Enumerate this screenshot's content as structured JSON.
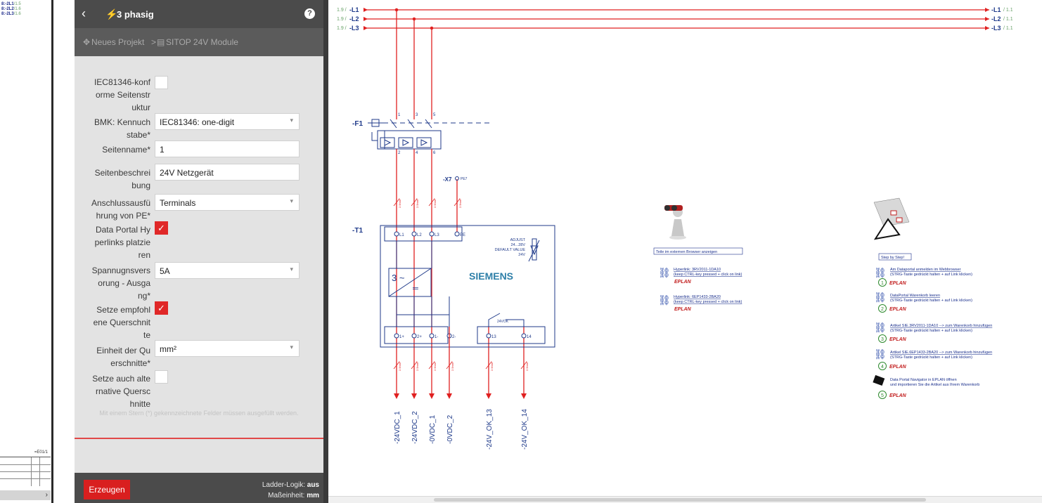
{
  "colors": {
    "accent": "#e02828",
    "header": "#4b4b4b",
    "wire": "#e02020",
    "symbol": "#1f3a8a",
    "link": "#1a2f8c"
  },
  "left_sheet": {
    "labels": [
      {
        "name": "8:-2L1",
        "ref": "/1.5"
      },
      {
        "name": "8:-2L2",
        "ref": "/1.6"
      },
      {
        "name": "8:-2L3",
        "ref": "/1.6"
      }
    ],
    "ref": "=E01/1"
  },
  "panel": {
    "back_icon": "chevron-left-icon",
    "title": "3 phasig",
    "breadcrumb": {
      "project": "Neues Projekt",
      "sep": ">",
      "module": "SITOP 24V Module"
    },
    "fields": {
      "iec_struct": {
        "label": [
          "IEC81346-konf",
          "orme Seitenstr",
          "uktur"
        ],
        "checked": false
      },
      "bmk": {
        "label": [
          "BMK: Kennuch",
          "stabe*"
        ],
        "value": "IEC81346: one-digit"
      },
      "page_name": {
        "label": [
          "Seitenname*"
        ],
        "value": "1"
      },
      "page_desc": {
        "label": [
          "Seitenbeschrei",
          "bung"
        ],
        "value": "24V Netzgerät"
      },
      "pe_conn": {
        "label": [
          "Anschlussausfü",
          "hrung von PE*"
        ],
        "value": "Terminals"
      },
      "data_portal": {
        "label": [
          "Data Portal Hy",
          "perlinks platzie",
          "ren"
        ],
        "checked": true
      },
      "voltage_out": {
        "label": [
          "Spannugnsvers",
          "orung - Ausga",
          "ng*"
        ],
        "value": "5A"
      },
      "cross_section": {
        "label": [
          "Setze empfohl",
          "ene Querschnit",
          "te"
        ],
        "checked": true
      },
      "unit": {
        "label": [
          "Einheit der Qu",
          "erschnitte*"
        ],
        "value": "mm²"
      },
      "alt_cross": {
        "label": [
          "Setze auch alte",
          "rnative Quersc",
          "hnitte"
        ],
        "checked": false
      }
    },
    "required_note": "Mit einem Stern (*) gekennzeichnete Felder müssen ausgefüllt werden.",
    "generate_label": "Erzeugen",
    "ladder_label": "Ladder-Logik:",
    "ladder_value": "aus",
    "unit_label": "Maßeinheit:",
    "unit_value": "mm"
  },
  "schematic": {
    "phases": [
      {
        "pre": "1.9 /",
        "name": "-L1",
        "ref": "/ 1.1"
      },
      {
        "pre": "1.9 /",
        "name": "-L2",
        "ref": "/ 1.1"
      },
      {
        "pre": "1.9 /",
        "name": "-L3",
        "ref": "/ 1.1"
      }
    ],
    "breaker": {
      "tag": "-F1",
      "top_pins": [
        "1",
        "3",
        "5"
      ],
      "bottom_pins": [
        "2",
        "4",
        "6"
      ]
    },
    "terminal_tag": "-X7",
    "terminal_pin": "PE7",
    "psu": {
      "tag": "-T1",
      "inputs": [
        "L1",
        "L2",
        "L3",
        "PE"
      ],
      "adjust_lines": [
        "ADJUST",
        "24...28V",
        "DEFAULT VALUE",
        "24V"
      ],
      "brand": "SIEMENS",
      "outputs": [
        "1+",
        "2+",
        "1-",
        "2-"
      ],
      "relay_pins": [
        "13",
        "14"
      ],
      "relay_label": "24VOK"
    },
    "wire_mark": "2.5mm²",
    "outputs": [
      "-24VDC_1",
      "-24VDC_2",
      "-0VDC_1",
      "-0VDC_2",
      "-24V_OK_13",
      "-24V_OK_14"
    ],
    "help_left": {
      "title": "Teile im externen Browser anzeigen",
      "links": [
        {
          "line1": "Hyperlink: 3RV2011-1DA10",
          "line2": "(keep CTRL-key pressed + click on link)"
        },
        {
          "line1": "Hyperlink: 6EP1433-2BA20",
          "line2": "(keep CTRL-key pressed + click on link)"
        }
      ],
      "badge": "EPLAN"
    },
    "help_right": {
      "title": "Step by Step!",
      "steps": [
        {
          "num": "1",
          "line1": "Am Dataportal anmelden im Webbrowser",
          "line2": "(STRG-Taste gedrückt halten + auf Link klicken)"
        },
        {
          "num": "2",
          "line1": "DataPortal Warenkorb leeren",
          "line2": "(STRG-Taste gedrückt halten + auf Link klicken)"
        },
        {
          "num": "3",
          "line1": "Artikel SIE.3RV2011-1DA10 --> zum Warenkorb hinzufügen",
          "line2": "(STRG-Taste gedrückt halten + auf Link klicken)"
        },
        {
          "num": "4",
          "line1": "Artikel SIE.6EP1433-2BA20 --> zum Warenkorb hinzufügen",
          "line2": "(STRG-Taste gedrückt halten + auf Link klicken)"
        },
        {
          "num": "5",
          "line1": "Data Portal Navigator in EPLAN öffnen",
          "line2": "und importieren Sie die Artikel aus Ihrem Warenkorb"
        }
      ],
      "badge": "EPLAN"
    }
  }
}
